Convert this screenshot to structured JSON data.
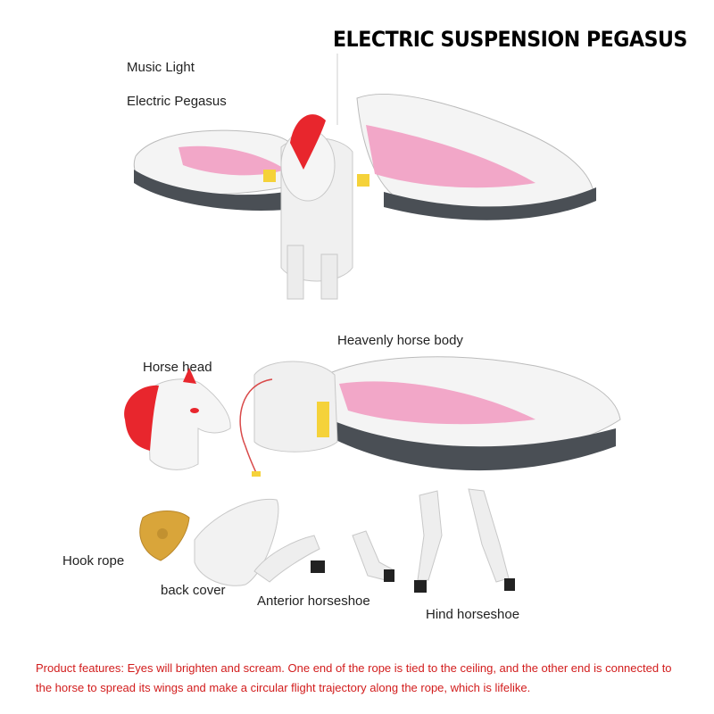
{
  "title": "ELECTRIC SUSPENSION PEGASUS",
  "labels": {
    "music_light": "Music  Light",
    "electric_pegasus": "Electric Pegasus",
    "body": "Heavenly horse body",
    "head": "Horse head",
    "hook_rope": "Hook rope",
    "back_cover": "back cover",
    "anterior_horseshoe": "Anterior horseshoe",
    "hind_horseshoe": "Hind horseshoe"
  },
  "features": "Product features: Eyes will brighten and scream. One end of the rope is tied to the ceiling, and the other end is connected to the horse to spread its wings and make a circular flight trajectory along the rope, which is lifelike.",
  "colors": {
    "feature_text": "#d21c1c",
    "mane": "#e8262d",
    "feather_pink": "#f2a7c8",
    "wing_dark": "#4a4f55",
    "accent_yellow": "#f5d23a",
    "hook": "#d9a53a"
  }
}
